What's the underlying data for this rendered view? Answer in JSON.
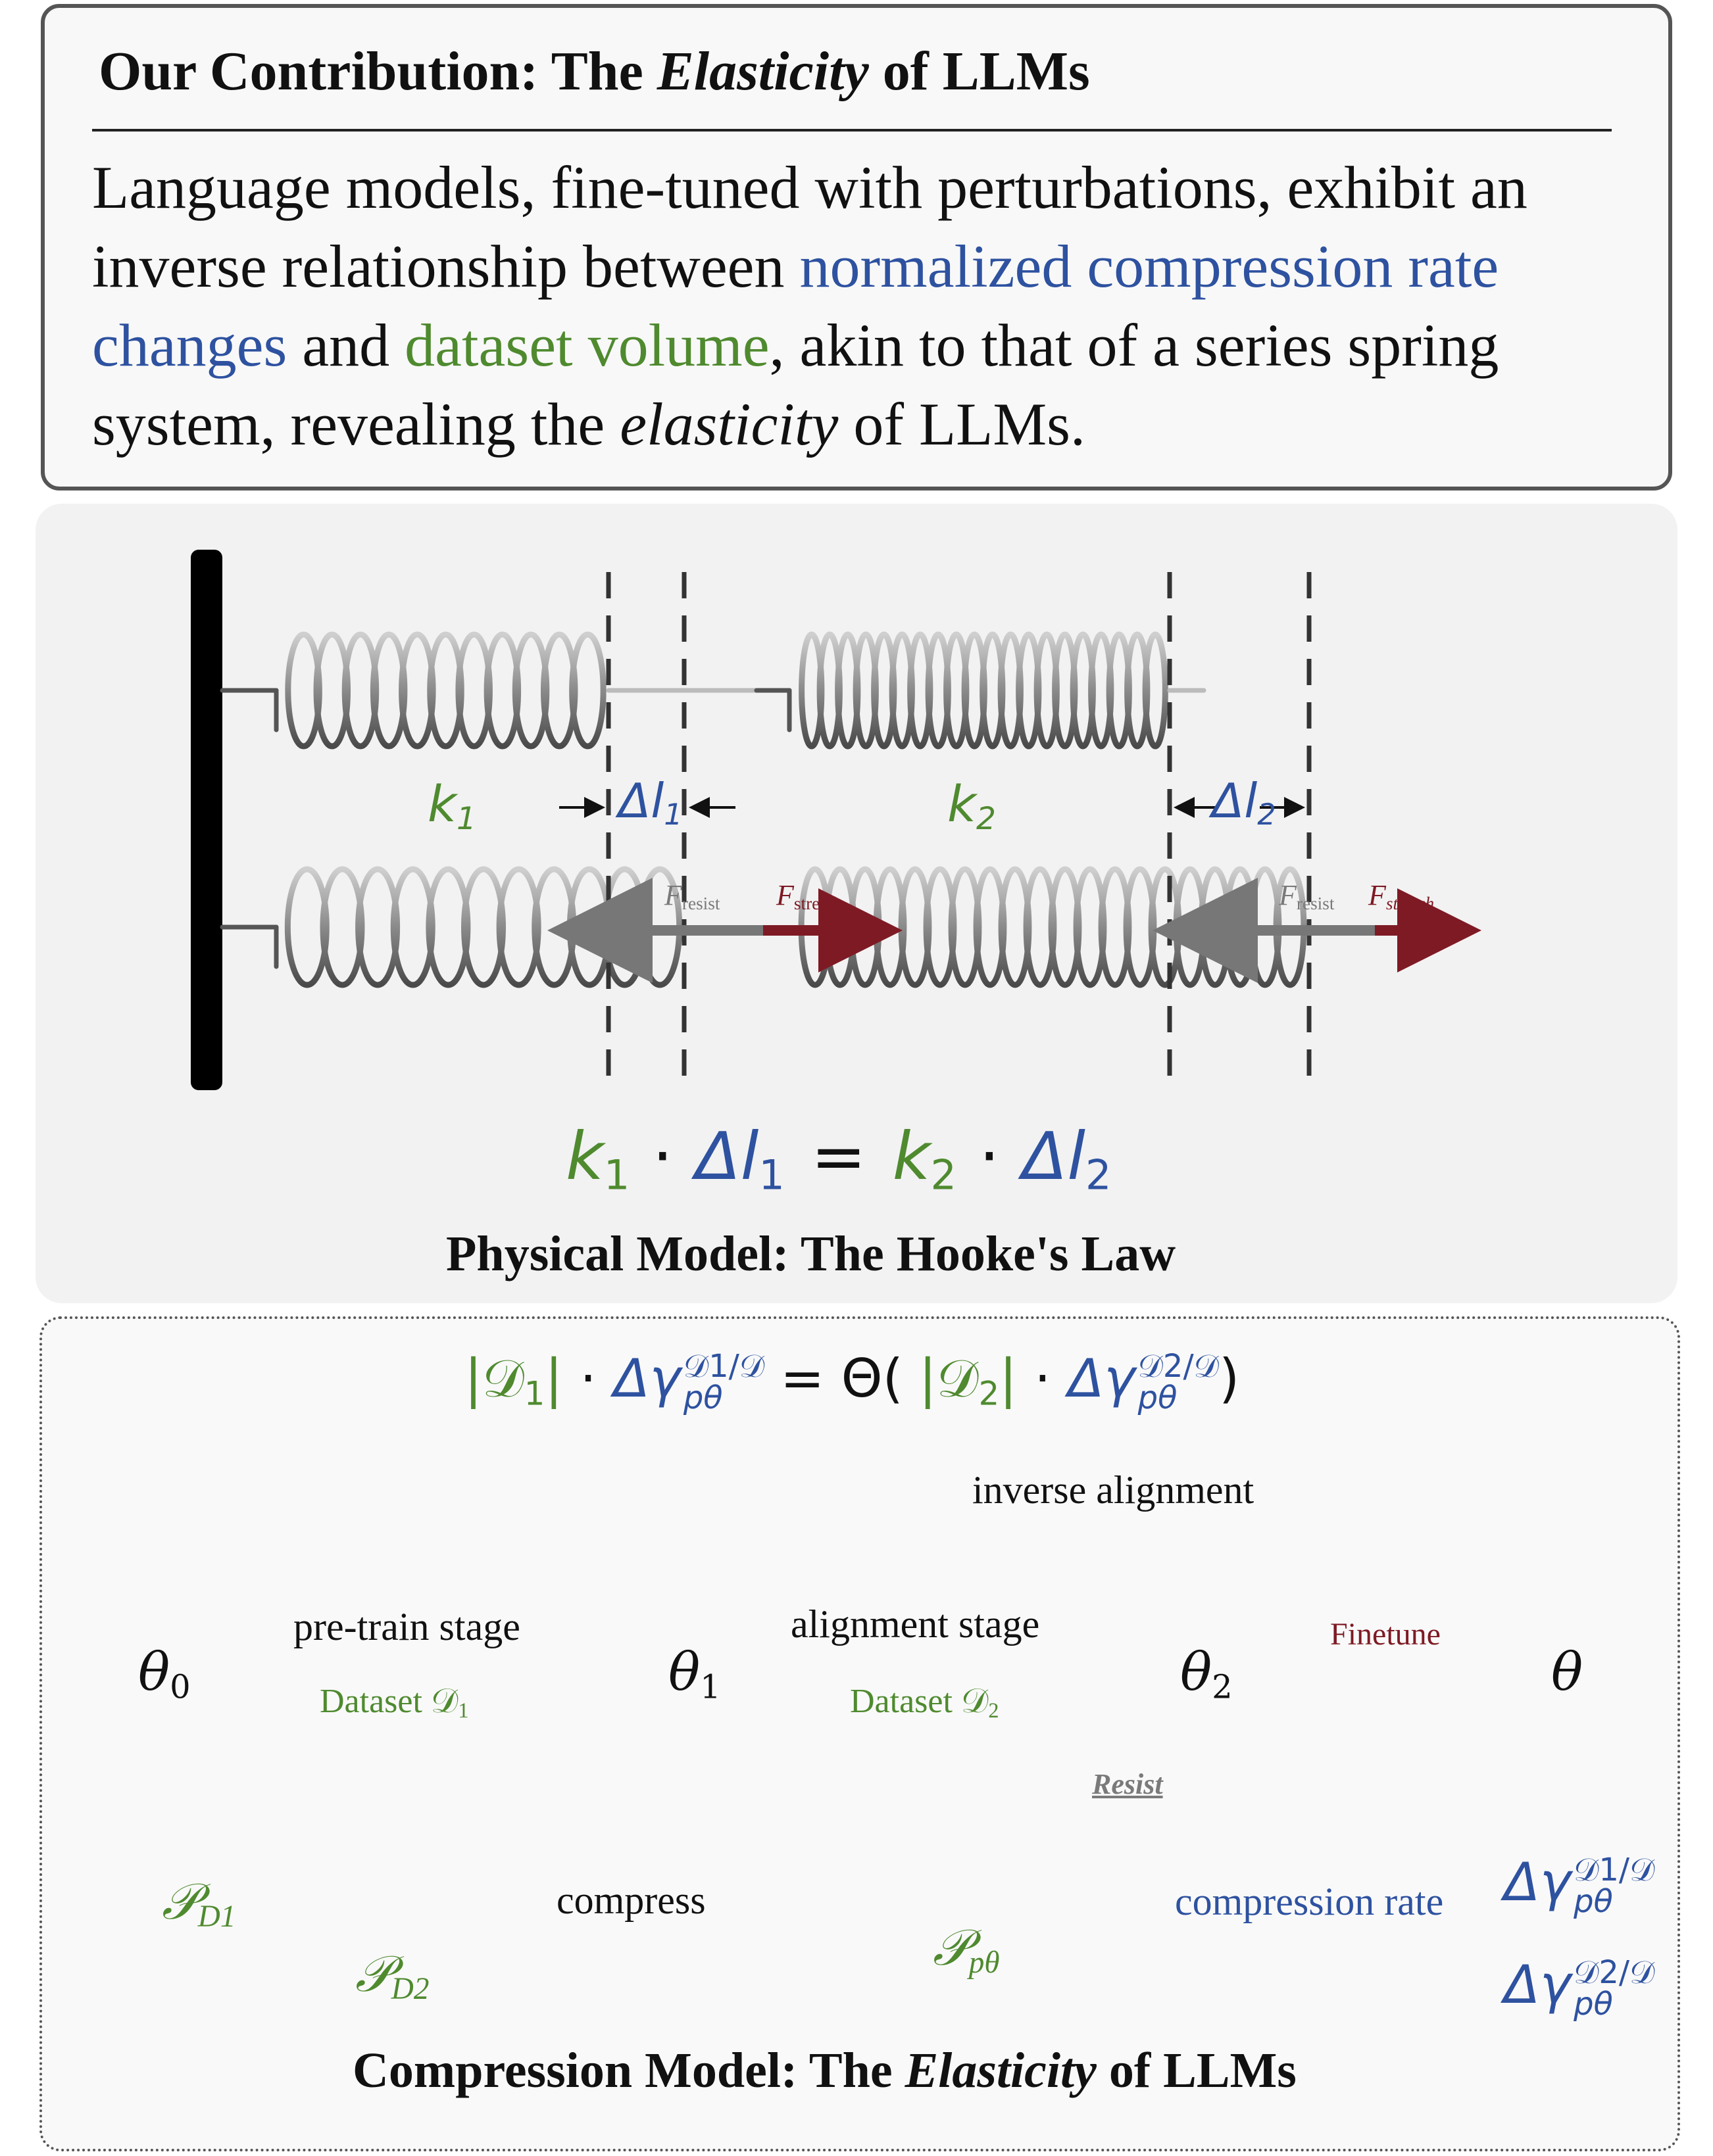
{
  "header": {
    "title_prefix": "Our Contribution: The ",
    "title_italic": "Elasticity",
    "title_suffix": " of LLMs",
    "para_1": "Language models, fine-tuned with perturbations, exhibit an inverse relationship between ",
    "para_blue": "normalized compression rate changes",
    "para_2": " and ",
    "para_green": "dataset volume",
    "para_3": ", akin to that of a series spring system, revealing the ",
    "para_italic": "elasticity",
    "para_4": " of LLMs."
  },
  "physical": {
    "k1": "k",
    "k1_sub": "1",
    "k2": "k",
    "k2_sub": "2",
    "dl1": "Δl",
    "dl1_sub": "1",
    "dl2": "Δl",
    "dl2_sub": "2",
    "f_resist": "F",
    "f_resist_sub": "resist",
    "f_stretch": "F",
    "f_stretch_sub": "stretch",
    "eq_k1": "k",
    "eq_k1_sub": "1",
    "eq_dot1": "·",
    "eq_dl1": "Δl",
    "eq_dl1_sub": "1",
    "eq_equals": "=",
    "eq_k2": "k",
    "eq_k2_sub": "2",
    "eq_dot2": "·",
    "eq_dl2": "Δl",
    "eq_dl2_sub": "2",
    "caption": "Physical Model: The Hooke's Law"
  },
  "compression": {
    "eq_abs_d1": "|𝒟",
    "eq_abs_d1_sub": "1",
    "eq_abs_d1_close": "|",
    "eq_dot": "·",
    "eq_gamma1": "Δγ",
    "eq_gamma1_sup": "𝒟1/𝒟",
    "eq_gamma1_sub": "pθ",
    "eq_theta": "= Θ(",
    "eq_abs_d2": "|𝒟",
    "eq_abs_d2_sub": "2",
    "eq_abs_d2_close": "|",
    "eq_dot2": "·",
    "eq_gamma2": "Δγ",
    "eq_gamma2_sup": "𝒟2/𝒟",
    "eq_gamma2_sub": "pθ",
    "eq_close": ")",
    "inverse_alignment": "inverse alignment",
    "node_theta0": "θ",
    "node_theta0_sub": "0",
    "node_theta1": "θ",
    "node_theta1_sub": "1",
    "node_theta2": "θ",
    "node_theta2_sub": "2",
    "node_theta": "θ",
    "pretrain_stage": "pre-train stage",
    "dataset_d1": "Dataset 𝒟",
    "dataset_d1_sub": "1",
    "alignment_stage": "alignment stage",
    "dataset_d2": "Dataset 𝒟",
    "dataset_d2_sub": "2",
    "finetune": "Finetune",
    "resist": "Resist",
    "p_d1": "𝒫",
    "p_d1_sub": "D1",
    "p_d2": "𝒫",
    "p_d2_sub": "D2",
    "compress": "compress",
    "p_ptheta": "𝒫",
    "p_ptheta_sub": "pθ",
    "compression_rate": "compression rate",
    "out_gamma1": "Δγ",
    "out_gamma1_sup": "𝒟1/𝒟",
    "out_gamma1_sub": "pθ",
    "out_gamma2": "Δγ",
    "out_gamma2_sup": "𝒟2/𝒟",
    "out_gamma2_sub": "pθ",
    "caption_prefix": "Compression Model: The ",
    "caption_italic": "Elasticity",
    "caption_suffix": " of LLMs"
  },
  "colors": {
    "green": "#4f8a2f",
    "blue": "#2e52a0",
    "red": "#7e1a24",
    "grey": "#7a7a7a"
  }
}
